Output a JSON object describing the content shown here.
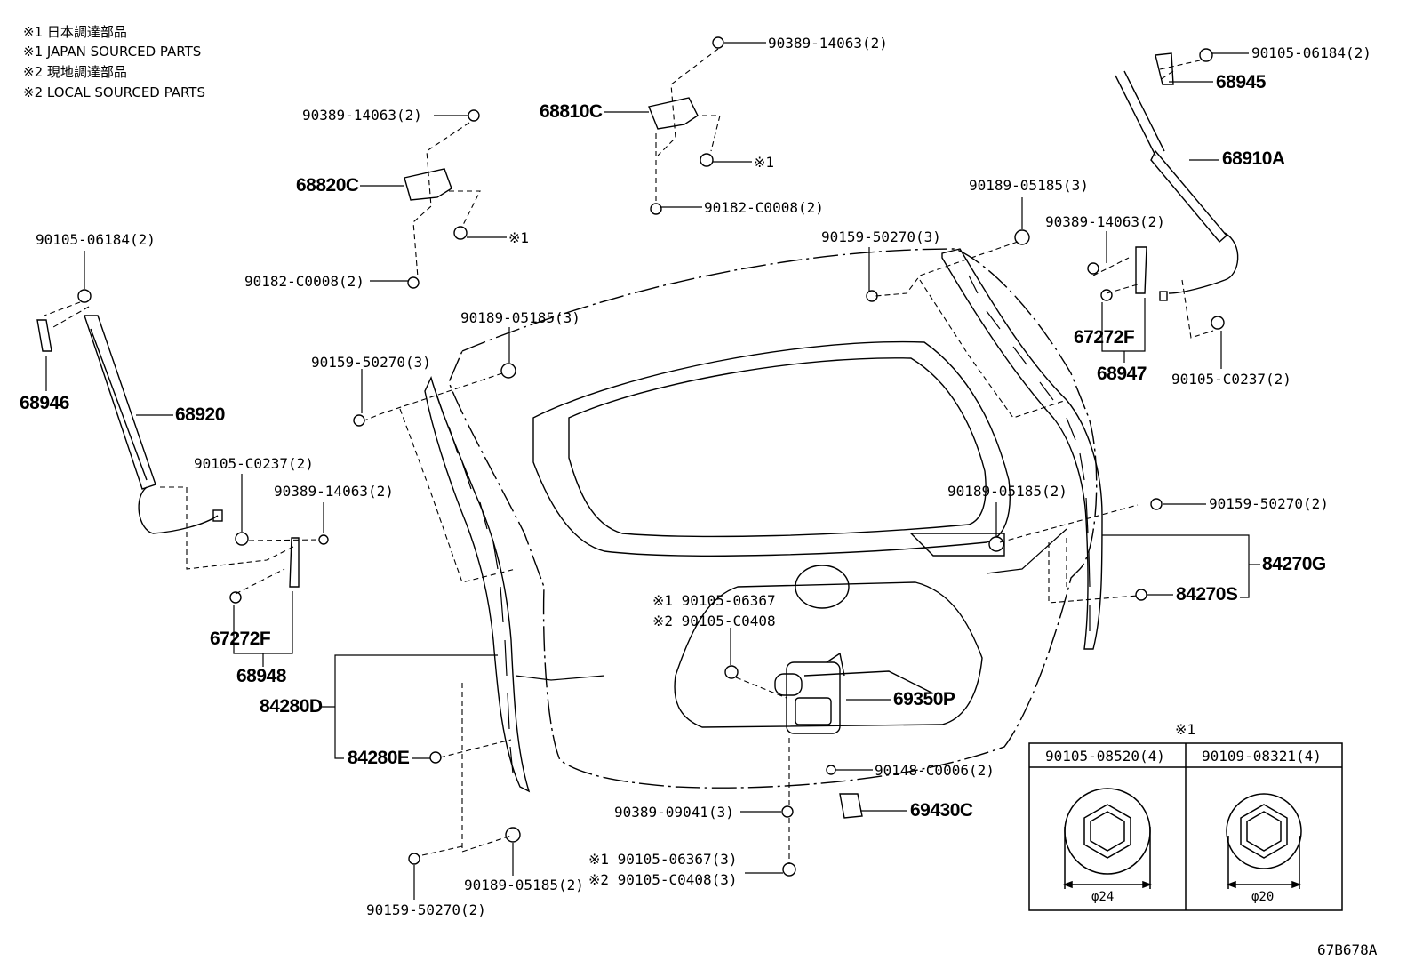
{
  "notes": [
    "※1 日本調達部品",
    "※1 JAPAN SOURCED PARTS",
    "※2 現地調達部品",
    "※2 LOCAL SOURCED PARTS"
  ],
  "labels": {
    "p90389_14063_top": "90389-14063(2)",
    "p90389_14063_tl": "90389-14063(2)",
    "p68810C": "68810C",
    "p68820C": "68820C",
    "mark1_a": "※1",
    "mark1_b": "※1",
    "p90182_C0008_a": "90182-C0008(2)",
    "p90182_C0008_b": "90182-C0008(2)",
    "p90105_06184_r": "90105-06184(2)",
    "p68945": "68945",
    "p68910A": "68910A",
    "p90189_05185_r": "90189-05185(3)",
    "p90389_14063_r": "90389-14063(2)",
    "p90159_50270_r": "90159-50270(3)",
    "p90105_06184_l": "90105-06184(2)",
    "p68946": "68946",
    "p68920": "68920",
    "p90189_05185_l": "90189-05185(3)",
    "p90159_50270_l": "90159-50270(3)",
    "p67272F_r": "67272F",
    "p68947": "68947",
    "p90105_C0237_r": "90105-C0237(2)",
    "p90105_C0237_l": "90105-C0237(2)",
    "p90389_14063_l": "90389-14063(2)",
    "p90189_05185_2": "90189-05185(2)",
    "p90159_50270_2r": "90159-50270(2)",
    "p84270G": "84270G",
    "p84270S": "84270S",
    "p67272F_l": "67272F",
    "p68948": "68948",
    "p90105_06367_a": "※1 90105-06367",
    "p90105_C0408_a": "※2 90105-C0408",
    "p69350P": "69350P",
    "p84280D": "84280D",
    "p84280E": "84280E",
    "p90148_C0006": "90148-C0006(2)",
    "p69430C": "69430C",
    "p90389_09041": "90389-09041(3)",
    "p90105_06367_b": "※1 90105-06367(3)",
    "p90105_C0408_b": "※2 90105-C0408(3)",
    "p90189_05185_bl": "90189-05185(2)",
    "p90159_50270_bl": "90159-50270(2)",
    "code": "67B678A"
  },
  "inset": {
    "mark": "※1",
    "col1_header": "90105-08520(4)",
    "col2_header": "90109-08321(4)",
    "col1_dim": "φ24",
    "col2_dim": "φ20"
  }
}
